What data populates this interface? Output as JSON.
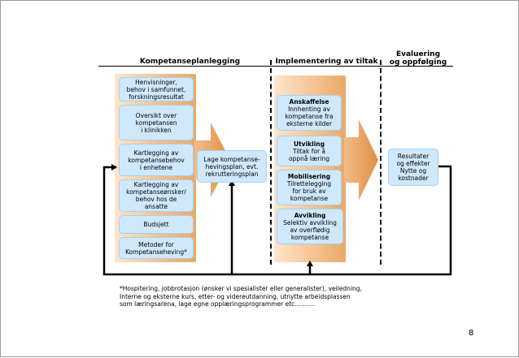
{
  "headers": {
    "col1": "Kompetanseplanlegging",
    "col2": "Implementering av tiltak",
    "col3": "Evaluering\nog oppfølging"
  },
  "planning_items": [
    "Henvisninger,\nbehov i samfunnet,\nforskningsresultat",
    "Oversikt over\nkompetansen\ni klinikken",
    "Kartlegging av\nkompetansebehov\ni enhetene",
    "Kartlegging av\nkompetanseønsker/\nbehov hos de\nansatte",
    "Budsjett",
    "Metoder for\nKompetanseheving*"
  ],
  "plan_box": "Lage kompetanse-\nhevingsplan, evt.\nrekrutteringsplan",
  "implementation_items": [
    {
      "title": "Anskaffelse",
      "text": "Innhenting av\nkompetanse fra\neksterne kilder"
    },
    {
      "title": "Utvikling",
      "text": "Tiltak for å\noppnå læring"
    },
    {
      "title": "Mobilisering",
      "text": "Tilrettelegging\nfor bruk av\nkompetanse"
    },
    {
      "title": "Avvikling",
      "text": "Selektiv avvikling\nav overflødig\nkompetanse"
    }
  ],
  "result_box": "Resultater\nog effekter\nNytte og\nkostnader",
  "footnote": "*Hospitering, jobbrotasjon (ønsker vi spesialister eller generalister), veiledning, Interne og eksterne kurs, etter- og videreutdanning, utnytte arbeidsplassen som læringsarena, lage egne opplæringsprogrammer etc……….",
  "page_number": "8",
  "colors": {
    "box_fill": "#cfe8fb",
    "orange_light": "#fde3c6",
    "orange_dark": "#e7a25f"
  }
}
